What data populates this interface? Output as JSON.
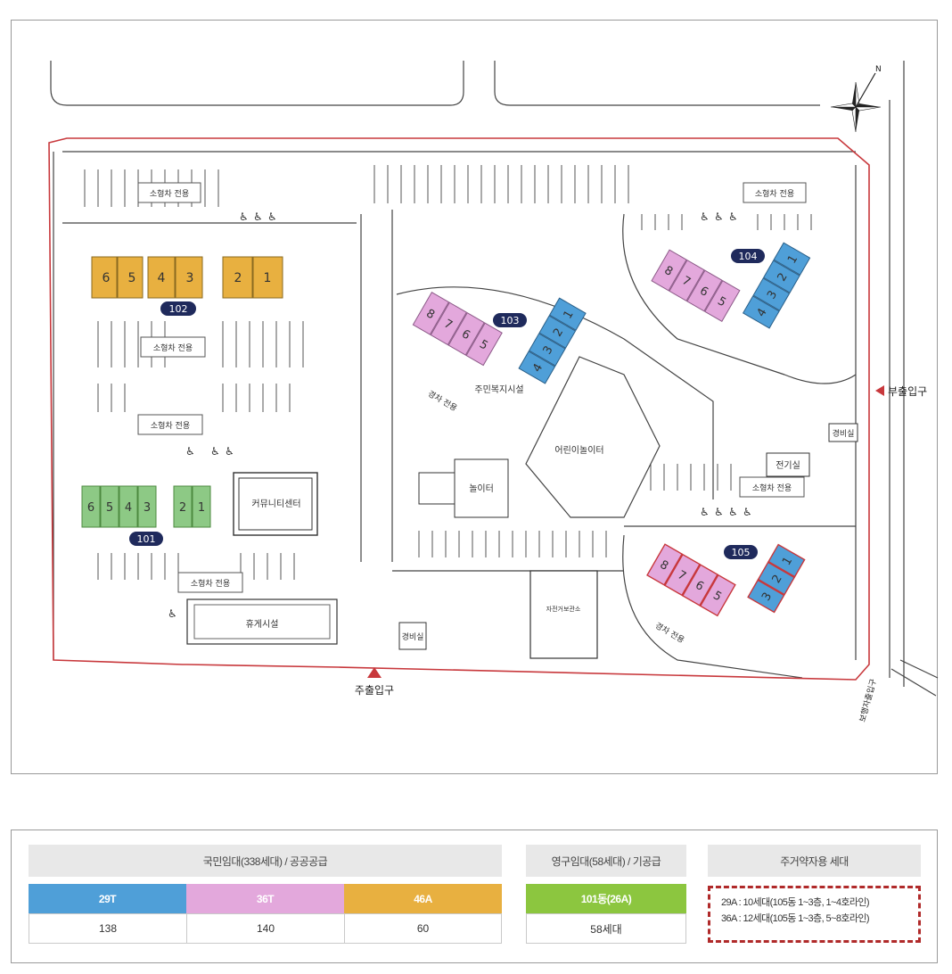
{
  "colors": {
    "type_29T": "#4f9fd8",
    "type_36T": "#e3a8dc",
    "type_46A": "#e8b040",
    "type_26A": "#8cc63f",
    "type_26A_map": "#8dc985",
    "site_boundary": "#c8383c",
    "dong_badge": "#1f2a5c",
    "accessible_marker": "#c8383c"
  },
  "map": {
    "north_label": "N",
    "entrances": {
      "main": "주출입구",
      "secondary": "부출입구",
      "pedestrian": "보행자출입구"
    },
    "buildings": {
      "b101": {
        "dong": "101",
        "units": [
          "6",
          "5",
          "4",
          "3",
          "2",
          "1"
        ],
        "type": "26A"
      },
      "b102": {
        "dong": "102",
        "units": [
          "6",
          "5",
          "4",
          "3",
          "2",
          "1"
        ],
        "type": "46A"
      },
      "b103": {
        "dong": "103",
        "units_36T": [
          "8",
          "7",
          "6",
          "5"
        ],
        "units_29T": [
          "1",
          "2",
          "3",
          "4"
        ]
      },
      "b104": {
        "dong": "104",
        "units_36T": [
          "8",
          "7",
          "6",
          "5"
        ],
        "units_29T": [
          "1",
          "2",
          "3",
          "4"
        ]
      },
      "b105": {
        "dong": "105",
        "units_36T": [
          "8",
          "7",
          "6",
          "5"
        ],
        "units_29T": [
          "1",
          "2",
          "3"
        ]
      }
    },
    "facilities": {
      "community_center": "커뮤니티센터",
      "resident_facility": "주민복지시설",
      "kids_playground": "어린이놀이터",
      "guard_post_1": "경비실",
      "guard_post_2": "경비실",
      "electric_room": "전기실",
      "bike_shed": "자전거보관소",
      "play_area": "놀이터",
      "rest_area": "휴게시설",
      "parking_small": "소형차 전용",
      "parking_light": "경차 전용"
    }
  },
  "legend": {
    "group1_header": "국민임대(338세대) / 공공공급",
    "group2_header": "영구임대(58세대) / 기공급",
    "group3_header": "주거약자용 세대",
    "types": [
      {
        "label": "29T",
        "count": "138"
      },
      {
        "label": "36T",
        "count": "140"
      },
      {
        "label": "46A",
        "count": "60"
      }
    ],
    "permanent": {
      "label": "101동(26A)",
      "count": "58세대"
    },
    "notes": [
      "29A : 10세대(105동 1~3층, 1~4호라인)",
      "36A : 12세대(105동 1~3층, 5~8호라인)"
    ]
  }
}
